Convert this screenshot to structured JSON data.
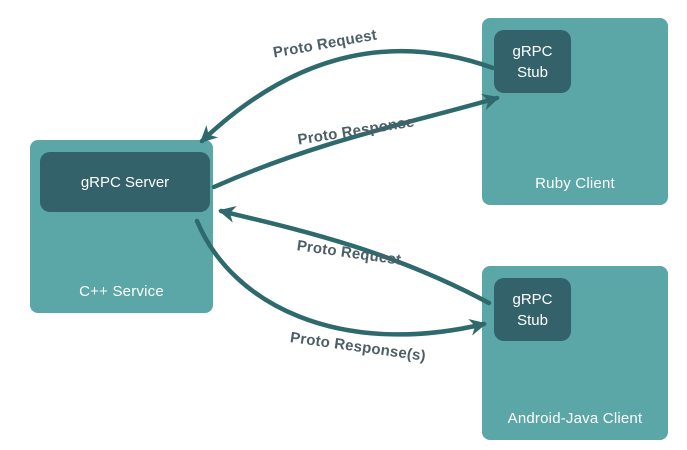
{
  "diagram": {
    "title_implicit": "gRPC architecture",
    "nodes": {
      "service": {
        "label": "C++ Service",
        "inner_label": "gRPC Server"
      },
      "ruby": {
        "label": "Ruby Client",
        "inner_label": "gRPC Stub"
      },
      "android": {
        "label": "Android-Java Client",
        "inner_label": "gRPC Stub"
      }
    },
    "edges": [
      {
        "label": "Proto Request",
        "from": "Ruby Client gRPC Stub",
        "to": "gRPC Server"
      },
      {
        "label": "Proto Response",
        "from": "gRPC Server",
        "to": "Ruby Client gRPC Stub"
      },
      {
        "label": "Proto Request",
        "from": "Android-Java Client gRPC Stub",
        "to": "gRPC Server"
      },
      {
        "label": "Proto Response(s)",
        "from": "gRPC Server",
        "to": "Android-Java Client gRPC Stub"
      }
    ],
    "colors": {
      "background": "#FFFFFF",
      "outer_box_fill": "#5BA6A6",
      "inner_box_fill": "#33626B",
      "arrow": "#2E6A6D",
      "edge_label_text": "#4C5F66",
      "box_label_text": "#FFFFFF"
    }
  }
}
